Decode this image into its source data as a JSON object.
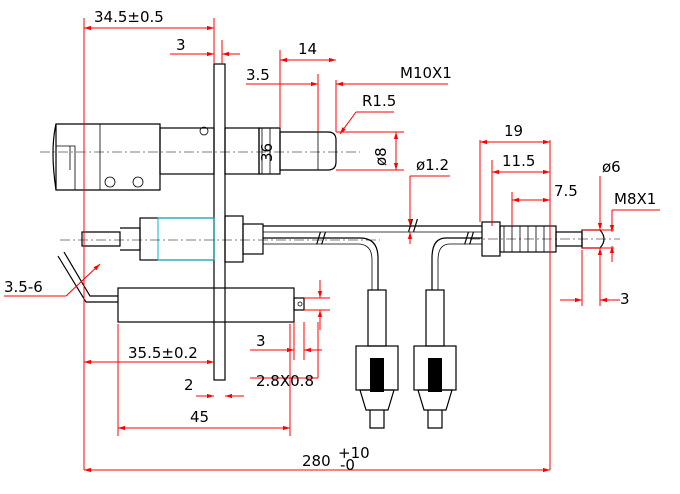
{
  "dimensions": {
    "flange_to_end": "34.5±0.5",
    "flange_offset": "3",
    "thread_length": "14",
    "thread_start": "3.5",
    "thread_spec": "M10X1",
    "radius": "R1.5",
    "hex": "36",
    "thread_dia": "ø8",
    "wire_dia": "ø1.2",
    "nut_length": "19",
    "nut_body": "11.5",
    "nut_tip": "7.5",
    "tip_dia": "ø6",
    "small_thread": "M8X1",
    "tip_gap": "3",
    "spark_gap": "3.5-6",
    "electrode_span": "35.5±0.2",
    "terminal_offset": "3",
    "plate_thickness": "2",
    "terminal_size": "2.8X0.8",
    "electrode_offset": "45",
    "overall_length_base": "280",
    "overall_tol_upper": "+10",
    "overall_tol_lower": "-0"
  }
}
